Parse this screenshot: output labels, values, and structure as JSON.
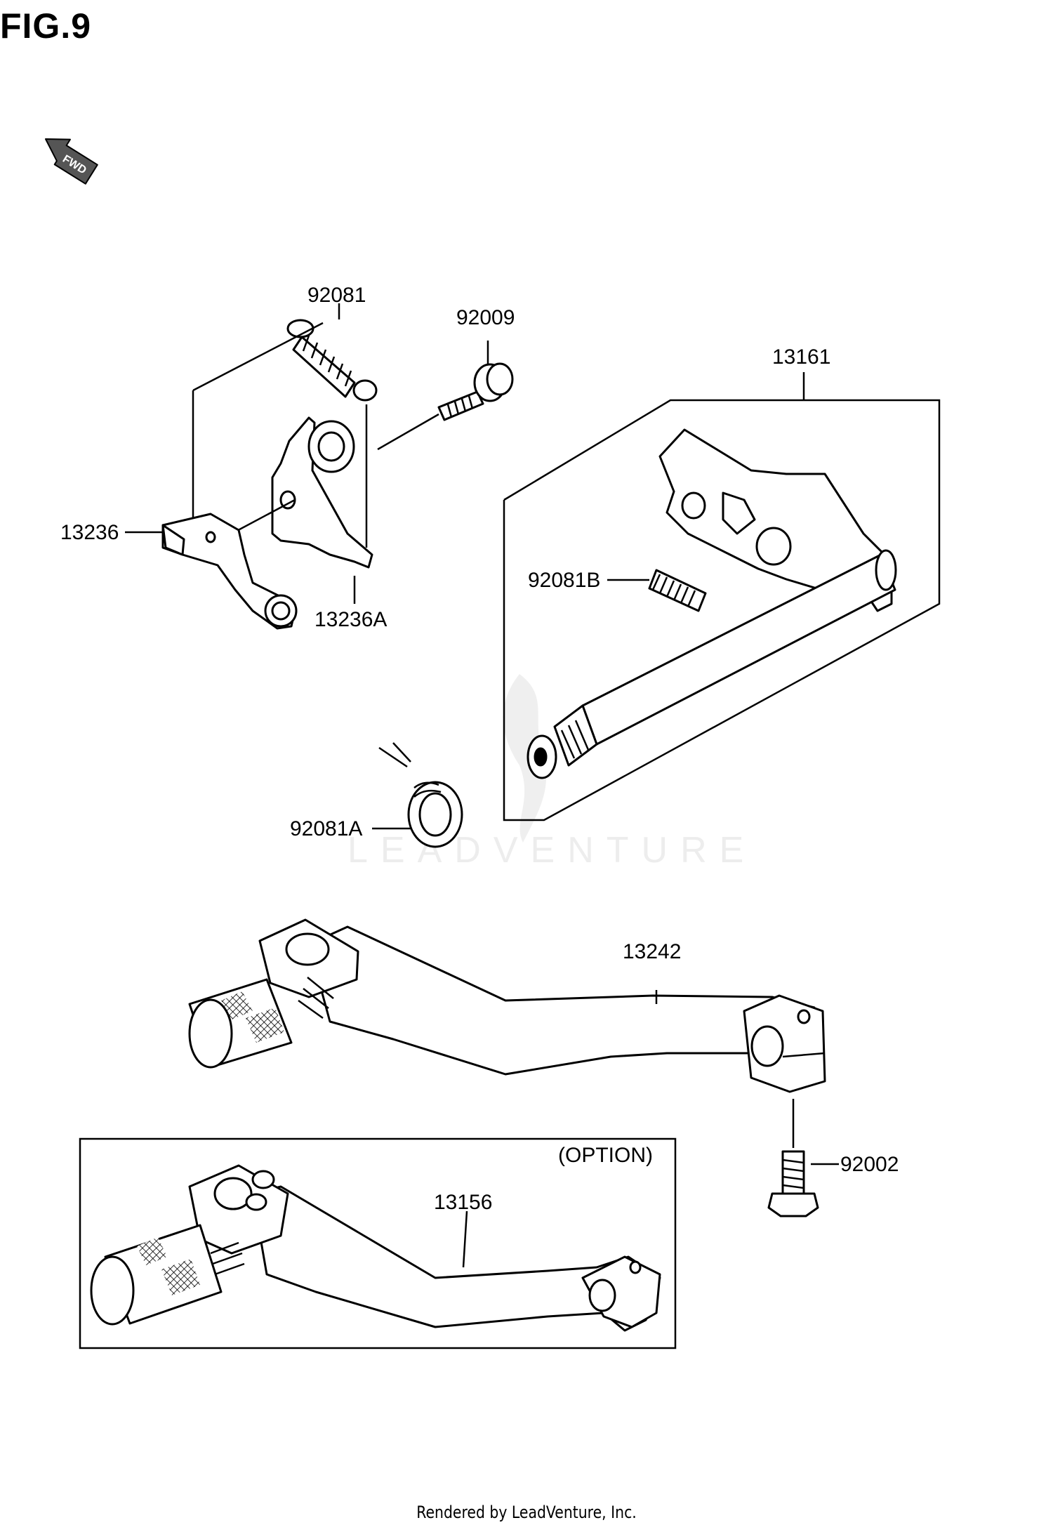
{
  "figure": {
    "title": "FIG.9"
  },
  "fwd_arrow": {
    "label": "FWD",
    "icon": "fwd-direction-arrow-icon"
  },
  "watermark": {
    "text": "LEADVENTURE"
  },
  "labels": {
    "p92081": "92081",
    "p92009": "92009",
    "p13161": "13161",
    "p13236": "13236",
    "p13236A": "13236A",
    "p92081B": "92081B",
    "p92081A": "92081A",
    "p13242": "13242",
    "p92002": "92002",
    "p13156": "13156",
    "option": "(OPTION)"
  },
  "footer": {
    "text": "Rendered by LeadVenture, Inc."
  }
}
